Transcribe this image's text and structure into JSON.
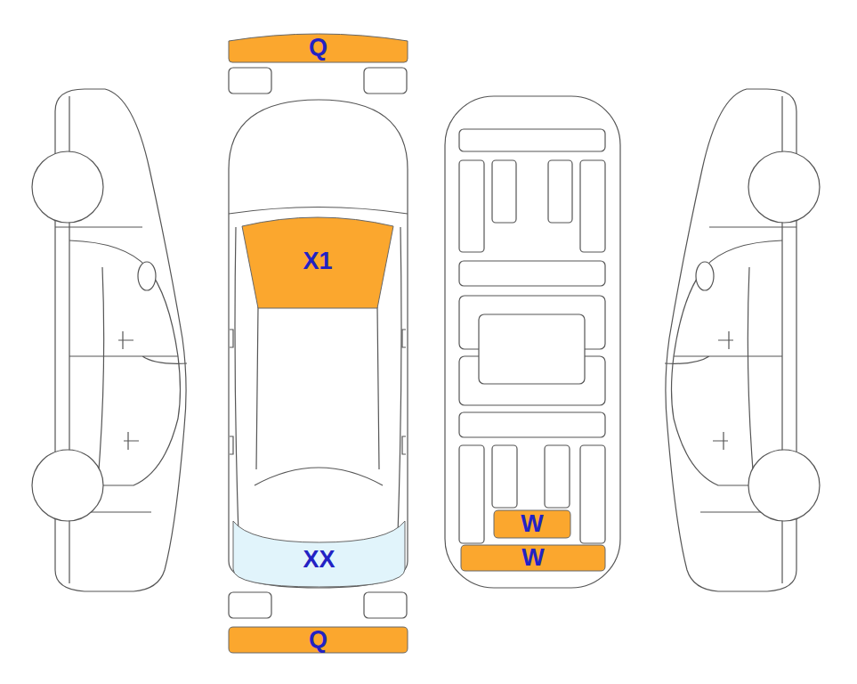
{
  "diagram": {
    "nodes": [
      {
        "text": [
          "Q"
        ]
      },
      {
        "text": [
          "X1"
        ]
      },
      {
        "text": [
          "W"
        ]
      },
      {
        "text": [
          "XX"
        ]
      },
      {
        "text": [
          "W"
        ]
      },
      {
        "text": [
          "Q"
        ]
      }
    ]
  }
}
